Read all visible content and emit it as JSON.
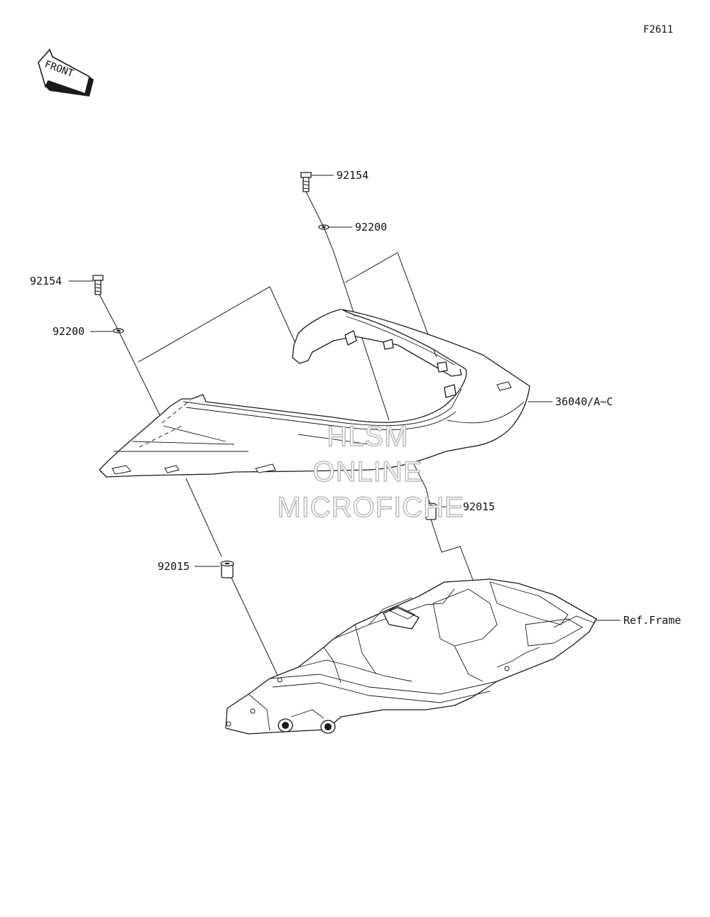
{
  "diagram_id": "F2611",
  "front_arrow_text": "FRONT",
  "watermark": [
    "HLSM",
    "ONLINE",
    "MICROFICHE"
  ],
  "labels": {
    "bolt_top": "92154",
    "washer_top": "92200",
    "bolt_left": "92154",
    "washer_left": "92200",
    "cover": "36040/A~C",
    "grommet_right": "92015",
    "grommet_left": "92015",
    "frame": "Ref.Frame"
  }
}
